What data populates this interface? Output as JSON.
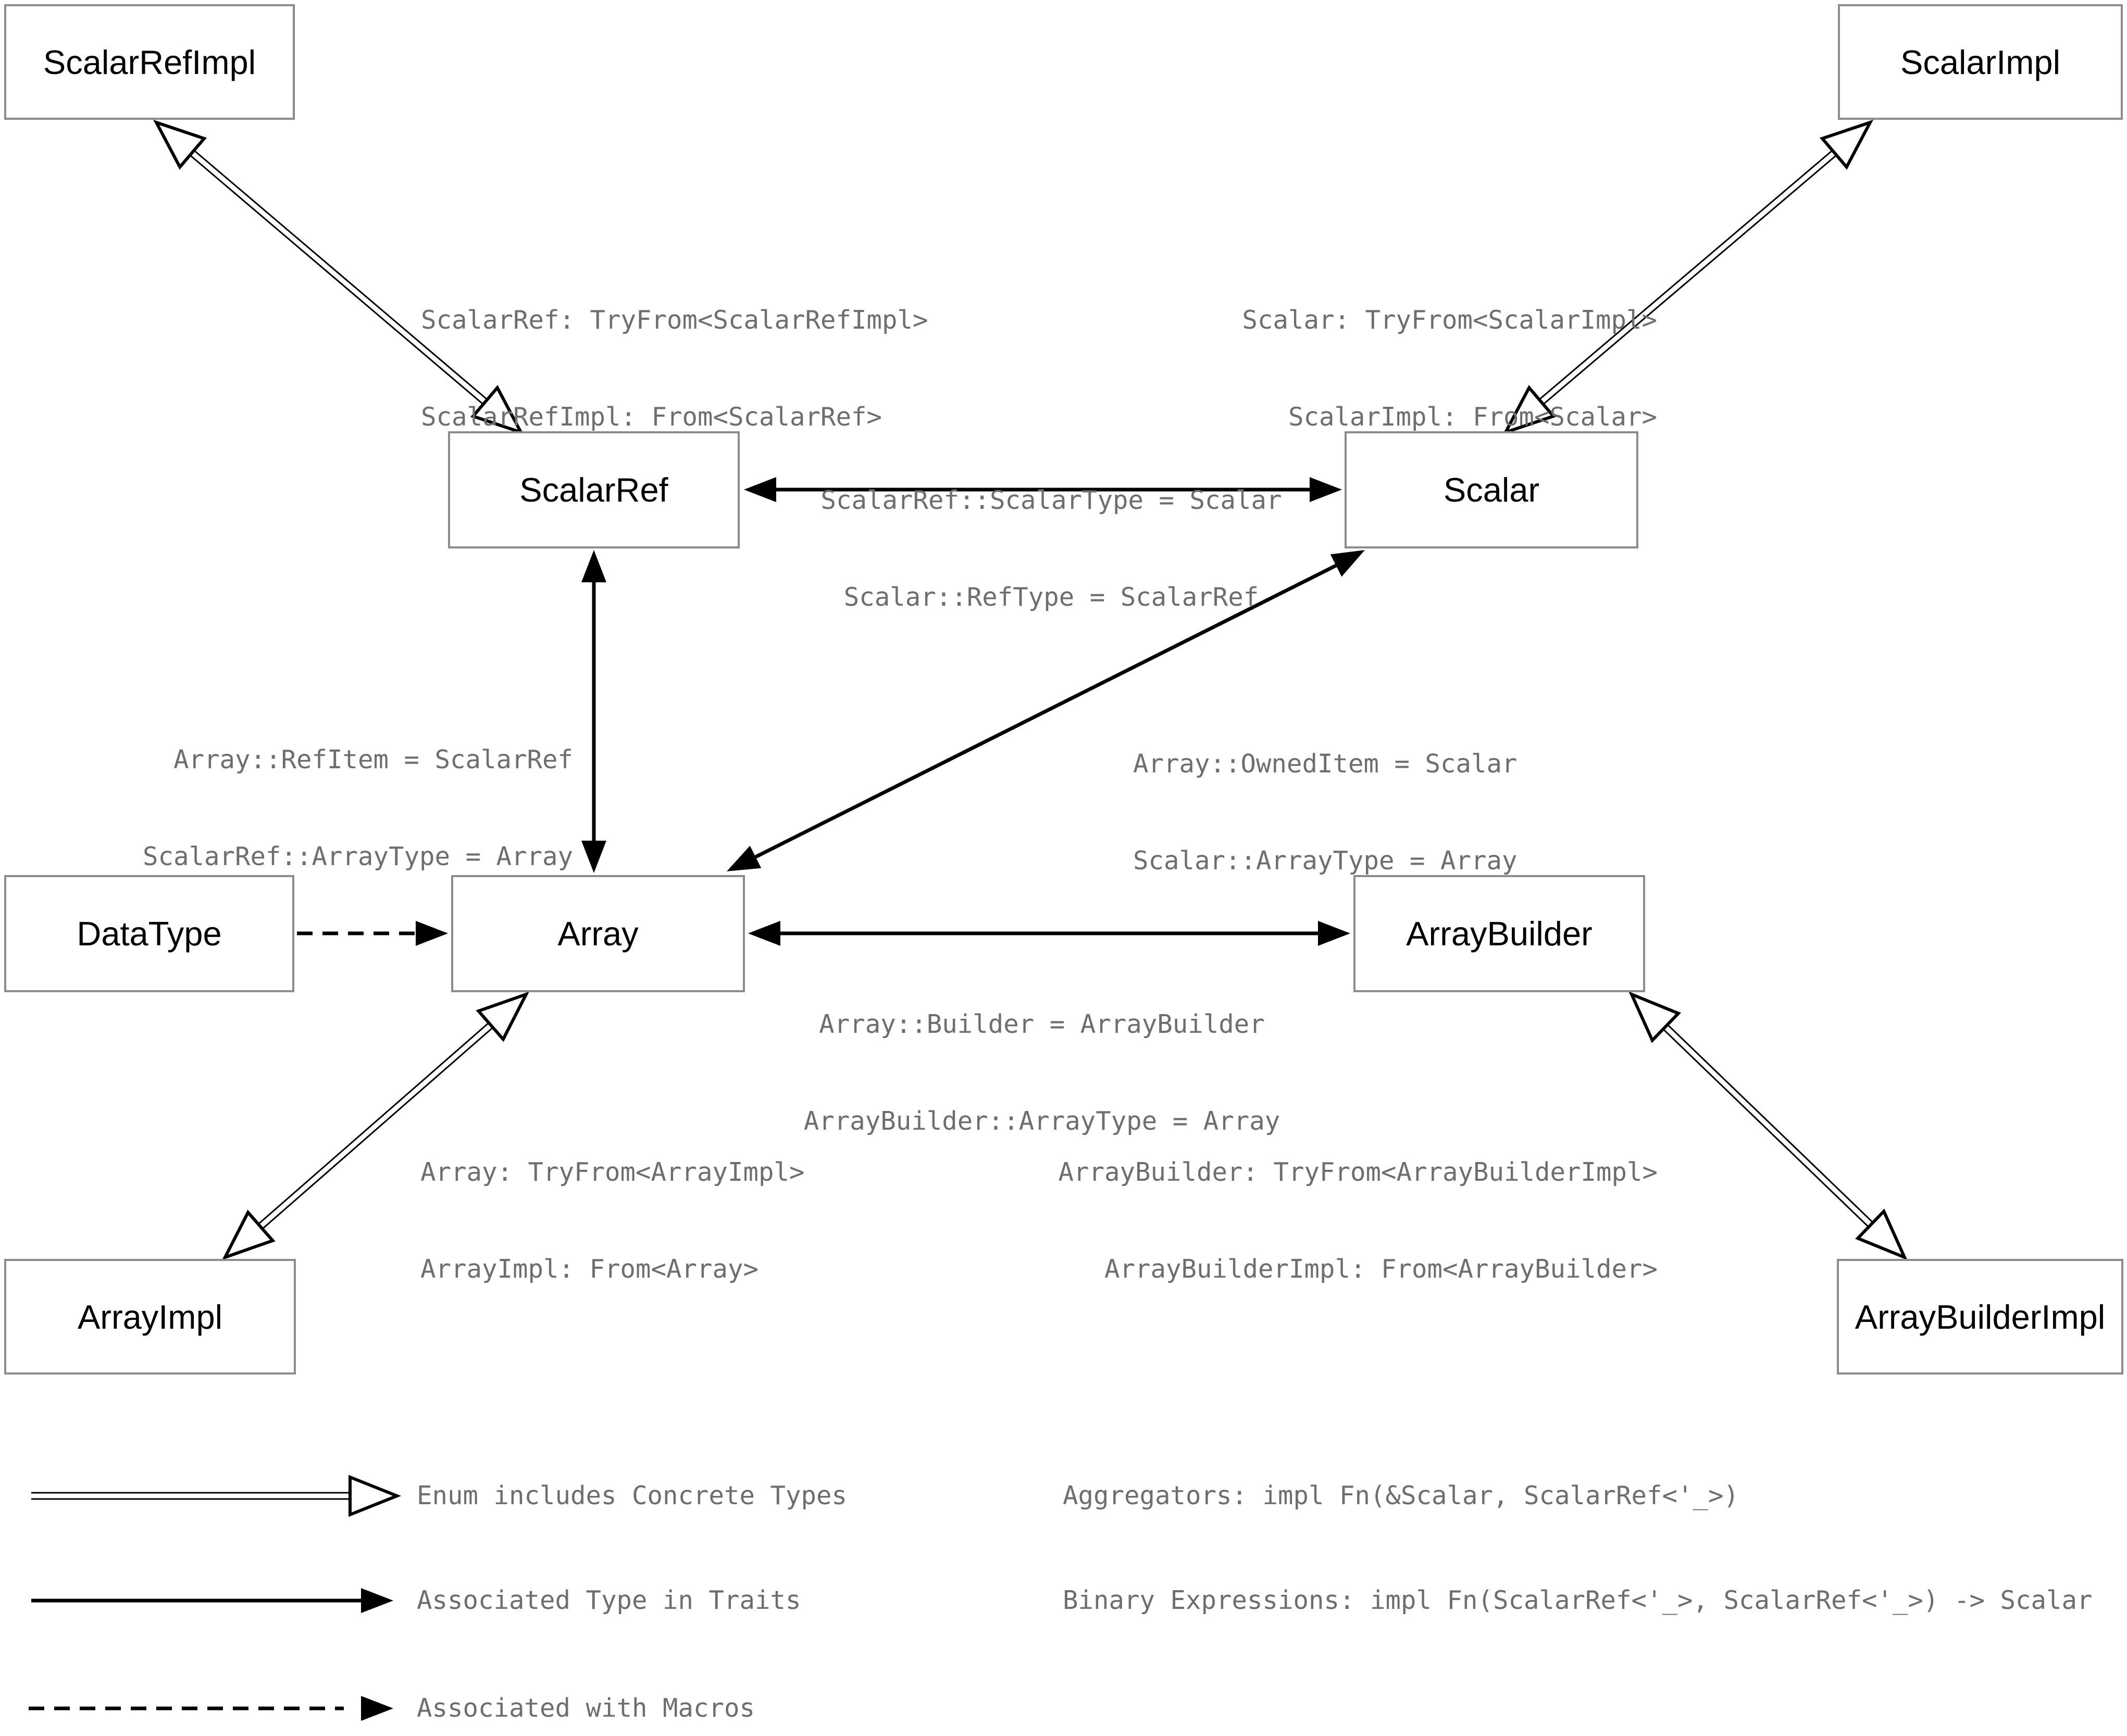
{
  "nodes": {
    "scalar_ref_impl": {
      "label": "ScalarRefImpl"
    },
    "scalar_impl": {
      "label": "ScalarImpl"
    },
    "scalar_ref": {
      "label": "ScalarRef"
    },
    "scalar": {
      "label": "Scalar"
    },
    "data_type": {
      "label": "DataType"
    },
    "array": {
      "label": "Array"
    },
    "array_builder": {
      "label": "ArrayBuilder"
    },
    "array_impl": {
      "label": "ArrayImpl"
    },
    "array_builder_impl": {
      "label": "ArrayBuilderImpl"
    }
  },
  "edge_labels": {
    "scalarref_tryfrom": {
      "line1": "ScalarRef: TryFrom<ScalarRefImpl>",
      "line2": "ScalarRefImpl: From<ScalarRef>"
    },
    "scalar_tryfrom": {
      "line1": "Scalar: TryFrom<ScalarImpl>",
      "line2": "ScalarImpl: From<Scalar>"
    },
    "scalartype": {
      "line1": "ScalarRef::ScalarType = Scalar",
      "line2": "Scalar::RefType = ScalarRef"
    },
    "refitem": {
      "line1": "Array::RefItem = ScalarRef",
      "line2": "ScalarRef::ArrayType = Array"
    },
    "owneditem": {
      "line1": "Array::OwnedItem = Scalar",
      "line2": "Scalar::ArrayType = Array"
    },
    "builder": {
      "line1": "Array::Builder = ArrayBuilder",
      "line2": "ArrayBuilder::ArrayType = Array"
    },
    "array_tryfrom": {
      "line1": "Array: TryFrom<ArrayImpl>",
      "line2": "ArrayImpl: From<Array>"
    },
    "arraybuilder_tryfrom": {
      "line1": "ArrayBuilder: TryFrom<ArrayBuilderImpl>",
      "line2": "ArrayBuilderImpl: From<ArrayBuilder>"
    }
  },
  "legend": {
    "enum_label": "Enum includes Concrete Types",
    "assoc_type_label": "Associated Type in Traits",
    "macros_label": "Associated with Macros",
    "aggregators": "Aggregators: impl Fn(&Scalar, ScalarRef<'_>)",
    "binary_expressions": "Binary Expressions: impl Fn(ScalarRef<'_>, ScalarRef<'_>) -> Scalar"
  },
  "colors": {
    "box_border": "#8c8c8c",
    "edge_label": "#6e6e6e",
    "arrow": "#000000",
    "background": "#ffffff"
  }
}
